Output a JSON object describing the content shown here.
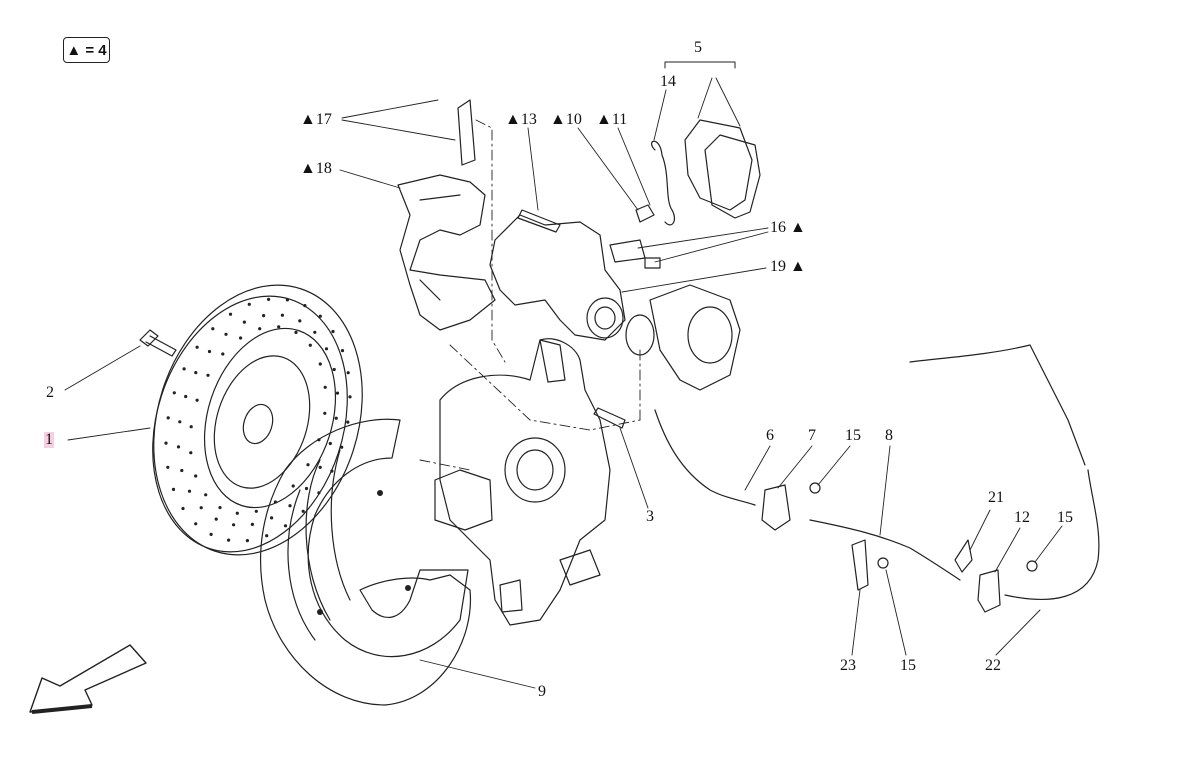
{
  "legend": {
    "symbol": "▲",
    "text": "= 4"
  },
  "callouts": [
    {
      "id": "c1",
      "label": "1",
      "highlight": true
    },
    {
      "id": "c2",
      "label": "2"
    },
    {
      "id": "c3",
      "label": "3"
    },
    {
      "id": "c5",
      "label": "5"
    },
    {
      "id": "c6",
      "label": "6"
    },
    {
      "id": "c7",
      "label": "7"
    },
    {
      "id": "c8",
      "label": "8"
    },
    {
      "id": "c9",
      "label": "9"
    },
    {
      "id": "c10",
      "label": "▲10"
    },
    {
      "id": "c11",
      "label": "▲11"
    },
    {
      "id": "c12",
      "label": "12"
    },
    {
      "id": "c13",
      "label": "▲13"
    },
    {
      "id": "c14",
      "label": "14"
    },
    {
      "id": "c15a",
      "label": "15"
    },
    {
      "id": "c15b",
      "label": "15"
    },
    {
      "id": "c15c",
      "label": "15"
    },
    {
      "id": "c16",
      "label": "16 ▲"
    },
    {
      "id": "c17",
      "label": "▲17"
    },
    {
      "id": "c18",
      "label": "▲18"
    },
    {
      "id": "c19",
      "label": "19 ▲"
    },
    {
      "id": "c21",
      "label": "21"
    },
    {
      "id": "c22",
      "label": "22"
    },
    {
      "id": "c23",
      "label": "23"
    }
  ],
  "colors": {
    "line": "#222222",
    "highlight": "#f6cfe0",
    "background": "#ffffff"
  },
  "icons": [
    "direction-arrow-icon"
  ]
}
